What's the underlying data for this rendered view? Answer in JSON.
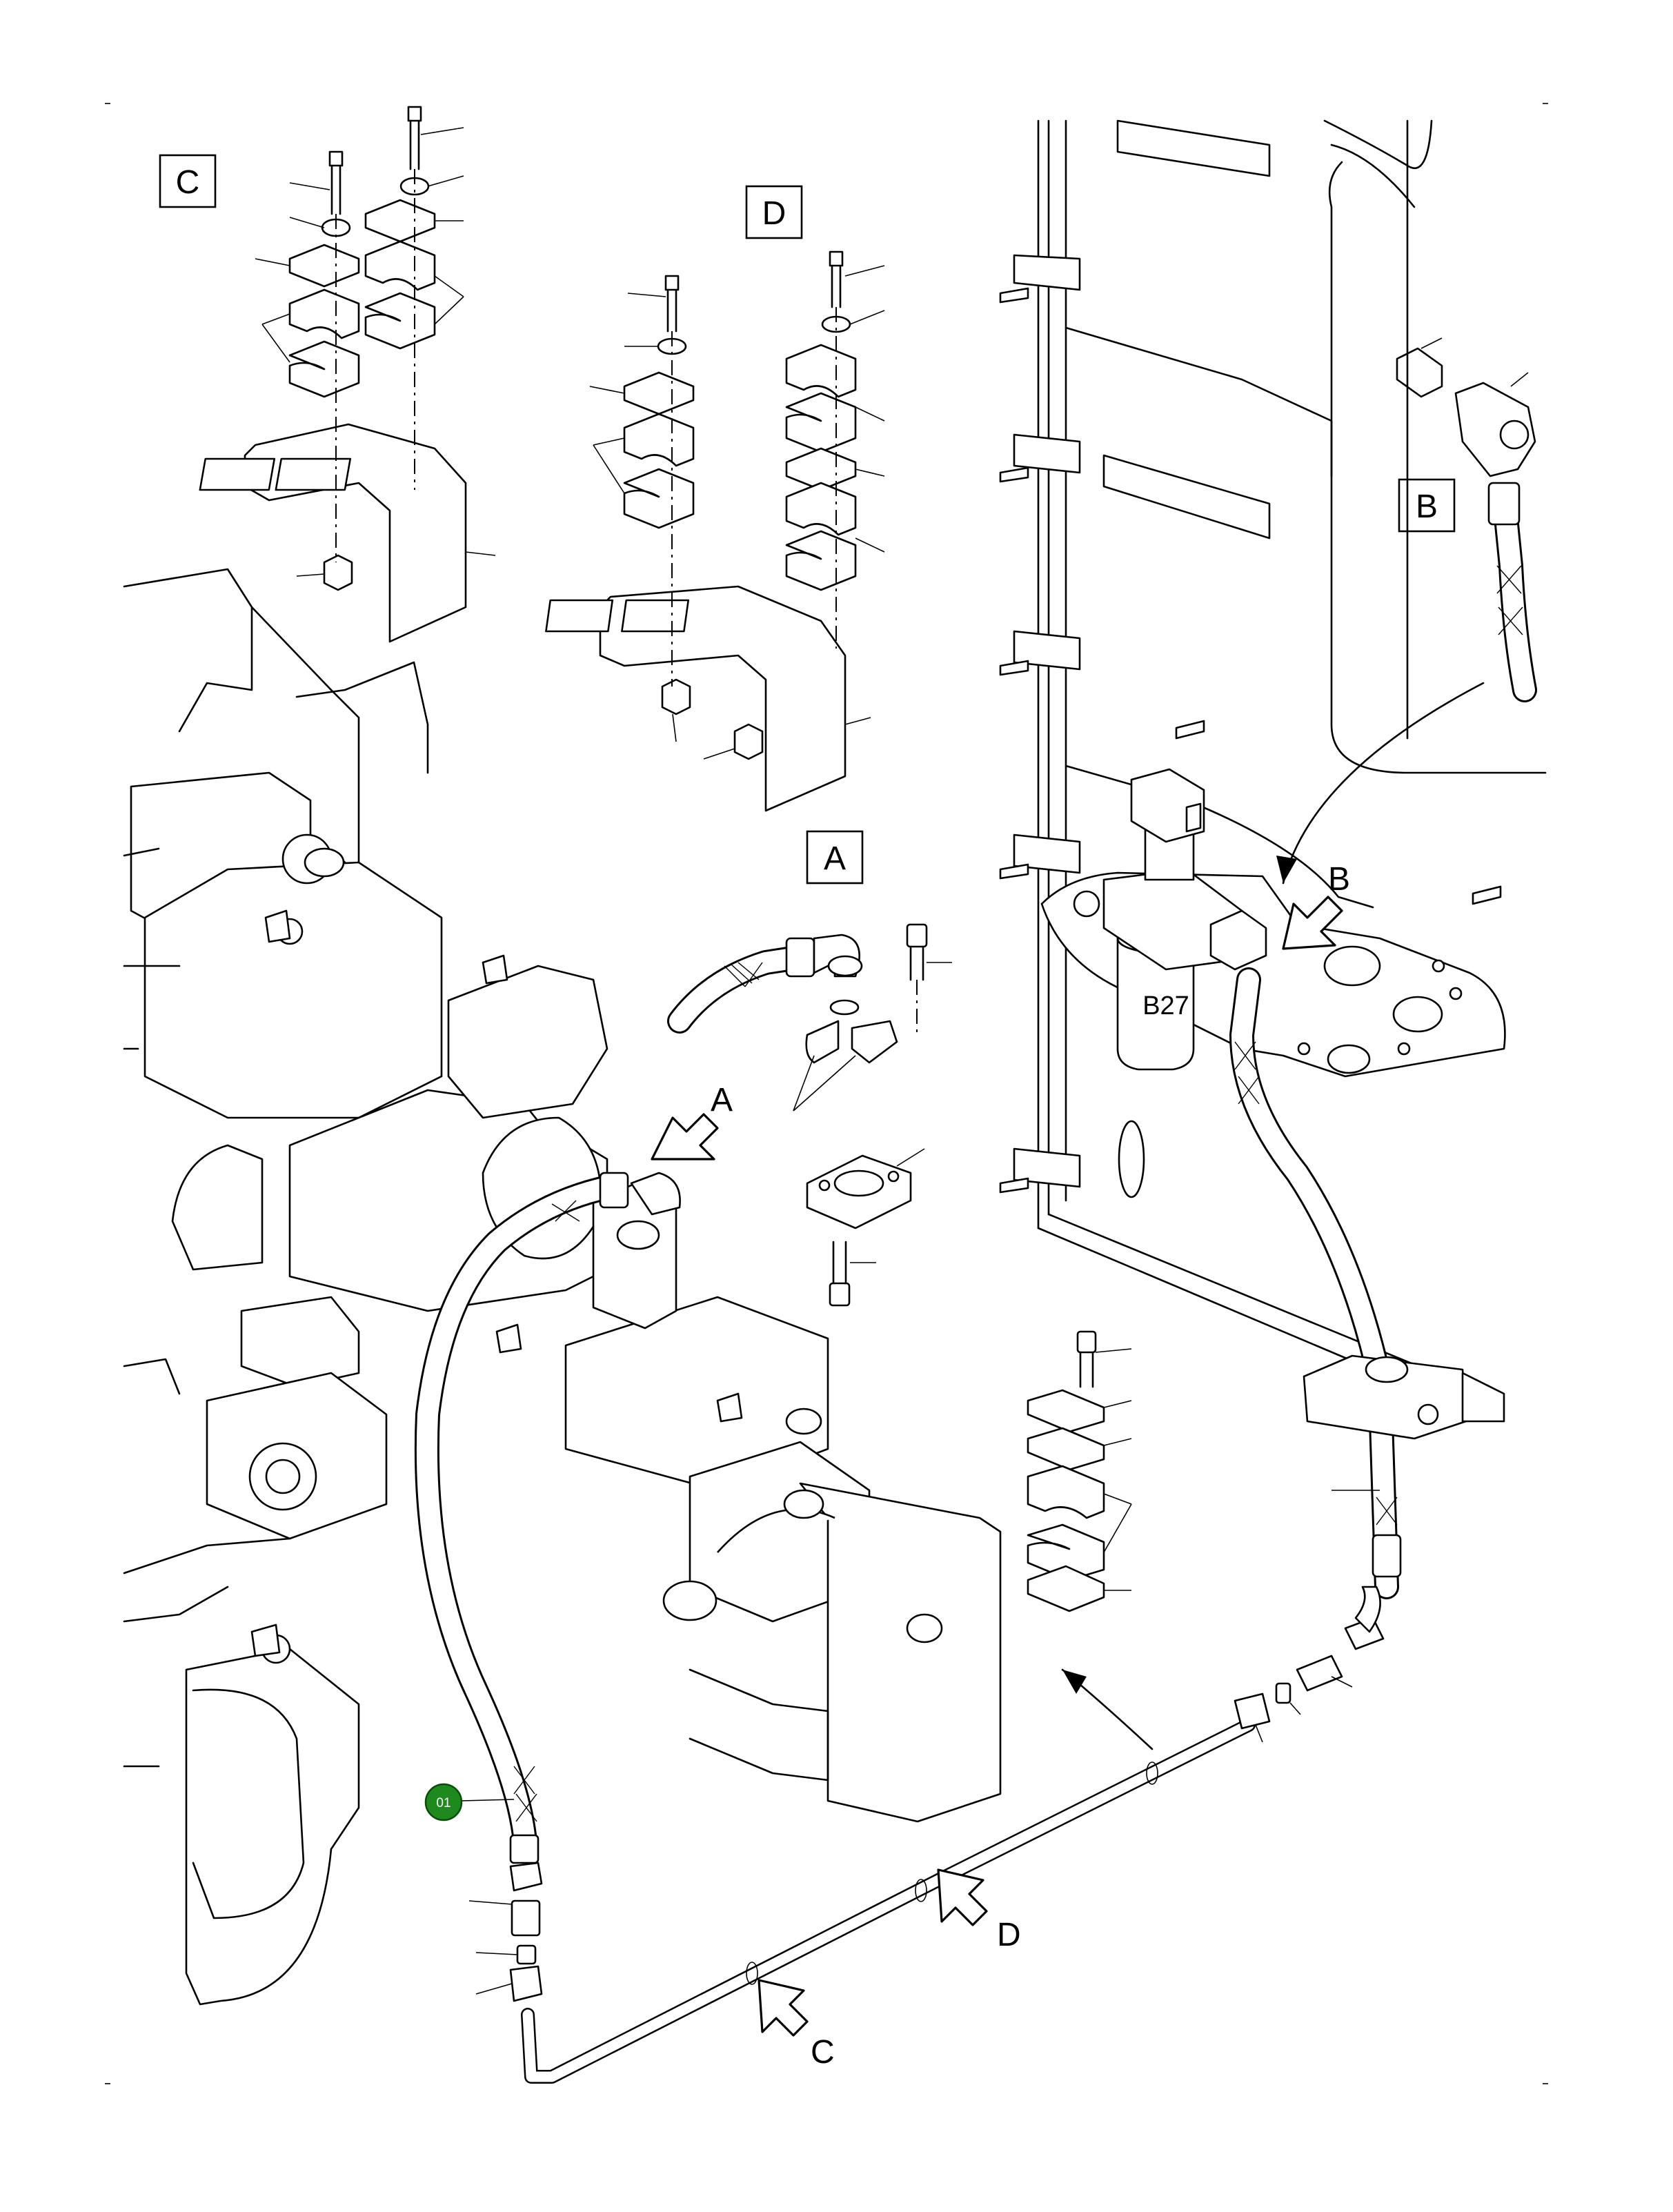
{
  "detail_views": [
    {
      "id": "C",
      "label": "C"
    },
    {
      "id": "D",
      "label": "D"
    },
    {
      "id": "A",
      "label": "A"
    },
    {
      "id": "B",
      "label": "B"
    }
  ],
  "arrow_callouts": [
    {
      "id": "A",
      "label": "A"
    },
    {
      "id": "B",
      "label": "B"
    },
    {
      "id": "C",
      "label": "C"
    },
    {
      "id": "D",
      "label": "D"
    }
  ],
  "component_label": "B27",
  "position_bubble": {
    "label": "01",
    "color": "#1e8a1e"
  }
}
